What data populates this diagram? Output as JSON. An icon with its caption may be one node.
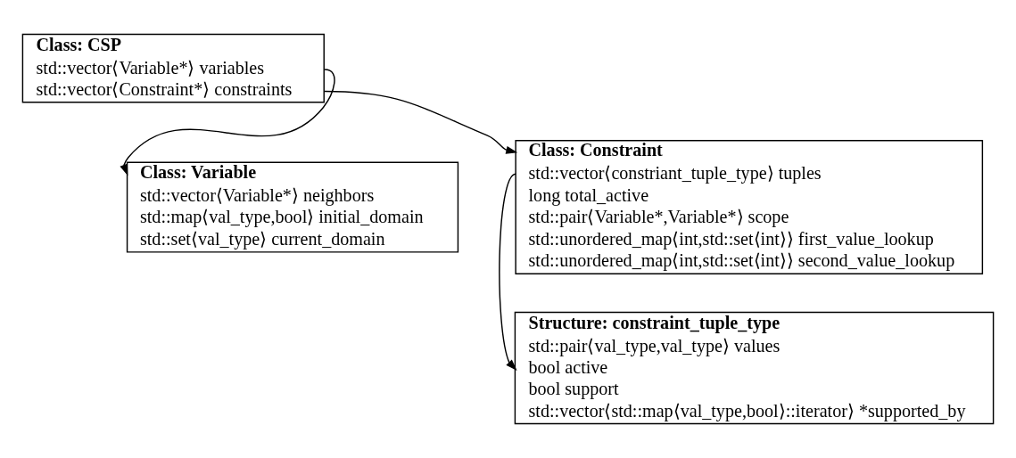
{
  "diagram": {
    "nodes": [
      {
        "text": [
          "Class: CSP",
          "std::vector⟨Variable*⟩ variables",
          "std::vector⟨Constraint*⟩ constraints"
        ]
      },
      {
        "text": [
          "Class: Variable",
          "std::vector⟨Variable*⟩ neighbors",
          "std::map⟨val_type,bool⟩ initial_domain",
          "std::set⟨val_type⟩ current_domain"
        ]
      },
      {
        "text": [
          "Class: Constraint",
          "std::vector⟨constriant_tuple_type⟩ tuples",
          "long total_active",
          "std::pair⟨Variable*,Variable*⟩ scope",
          "std::unordered_map⟨int,std::set⟨int⟩⟩ first_value_lookup",
          "std::unordered_map⟨int,std::set⟨int⟩⟩ second_value_lookup"
        ]
      },
      {
        "text": [
          "Structure: constraint_tuple_type",
          "std::pair⟨val_type,val_type⟩ values",
          "bool active",
          "bool support",
          "std::vector⟨std::map⟨val_type,bool⟩::iterator⟩ *supported_by"
        ]
      }
    ],
    "edges": [
      {
        "from": 0,
        "to": 1,
        "arrow": "to"
      },
      {
        "from": 0,
        "to": 2,
        "arrow": "to"
      },
      {
        "from": 2,
        "to": 3,
        "arrow": "to"
      }
    ]
  }
}
